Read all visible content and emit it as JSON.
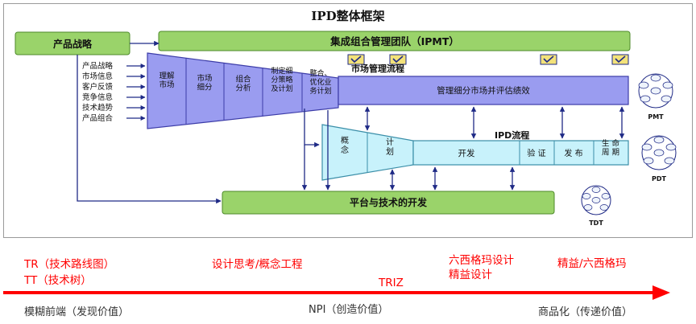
{
  "title": "IPD整体框架",
  "product_strategy": "产品战略",
  "ipmt": "集成组合管理团队（IPMT）",
  "inputs": [
    "产品战略",
    "市场信息",
    "客户反馈",
    "竞争信息",
    "技术趋势",
    "产品组合"
  ],
  "market_process_label": "市场管理流程",
  "market_stages": [
    "理解\n市场",
    "市场\n细分",
    "组合\n分析",
    "制定细\n分策略\n及计划",
    "整合、\n优化业\n务计划"
  ],
  "market_manage": "管理细分市场并评估绩效",
  "ipd_label": "IPD流程",
  "ipd_stages": [
    "概\n念",
    "计\n划",
    "开发",
    "验 证",
    "发 布",
    "生 命\n周 期"
  ],
  "platform": "平台与技术的开发",
  "teams": [
    "PMT",
    "PDT",
    "TDT"
  ],
  "bottom": {
    "tr": "TR（技术路线图）",
    "tt": "TT（技术树）",
    "design": "设计思考/概念工程",
    "sixsigma": "六西格玛设计",
    "lean_design": "精益设计",
    "lean_sixsigma": "精益/六西格玛",
    "triz": "TRIZ",
    "fuzzy": "模糊前端（发现价值）",
    "npi": "NPI（创造价值）",
    "commercial": "商品化（传递价值）"
  },
  "colors": {
    "green": "#9ad36a",
    "green_border": "#4d8a2a",
    "purple": "#9a9cf0",
    "purple_border": "#3c3ca8",
    "cyan": "#c8f2fb",
    "cyan_border": "#3a8ea8",
    "navy": "#1f2a86",
    "red": "#ff0000",
    "check": "#f3e27a"
  }
}
